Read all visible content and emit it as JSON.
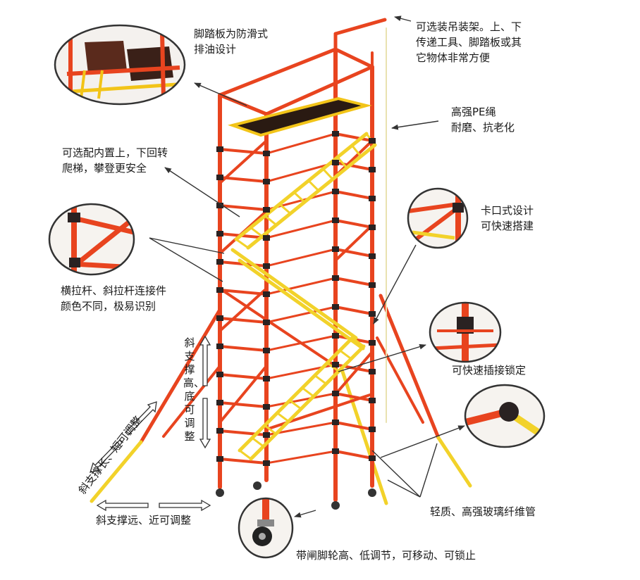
{
  "colors": {
    "frame": "#e8441f",
    "frame_dark": "#b7320f",
    "ladder": "#f2d22a",
    "platform": "#2a1a12",
    "platform_edge": "#f2c418",
    "joint": "#2a2222",
    "arrow": "#333333"
  },
  "labels": {
    "platform_board": [
      "脚踏板为防滑式",
      "排油设计"
    ],
    "hoist_frame": [
      "可选装吊装架。上、下",
      "传递工具、脚踏板或其",
      "它物体非常方便"
    ],
    "pe_rope": [
      "高强PE绳",
      "耐磨、抗老化"
    ],
    "inner_ladder": [
      "可选配内置上，下回转",
      "爬梯，攀登更安全"
    ],
    "clip_design": [
      "卡口式设计",
      "可快速搭建"
    ],
    "connectors": [
      "横拉杆、斜拉杆连接件",
      "颜色不同，极易识别"
    ],
    "quick_lock": "可快速插接锁定",
    "brace_height": "斜支撑高、底可调整",
    "brace_length": "斜支撑长、短可调整",
    "brace_distance": "斜支撑远、近可调整",
    "fiber_pipe": "轻质、高强玻璃纤维管",
    "casters": "带闸脚轮高、低调节，可移动、可锁止"
  }
}
